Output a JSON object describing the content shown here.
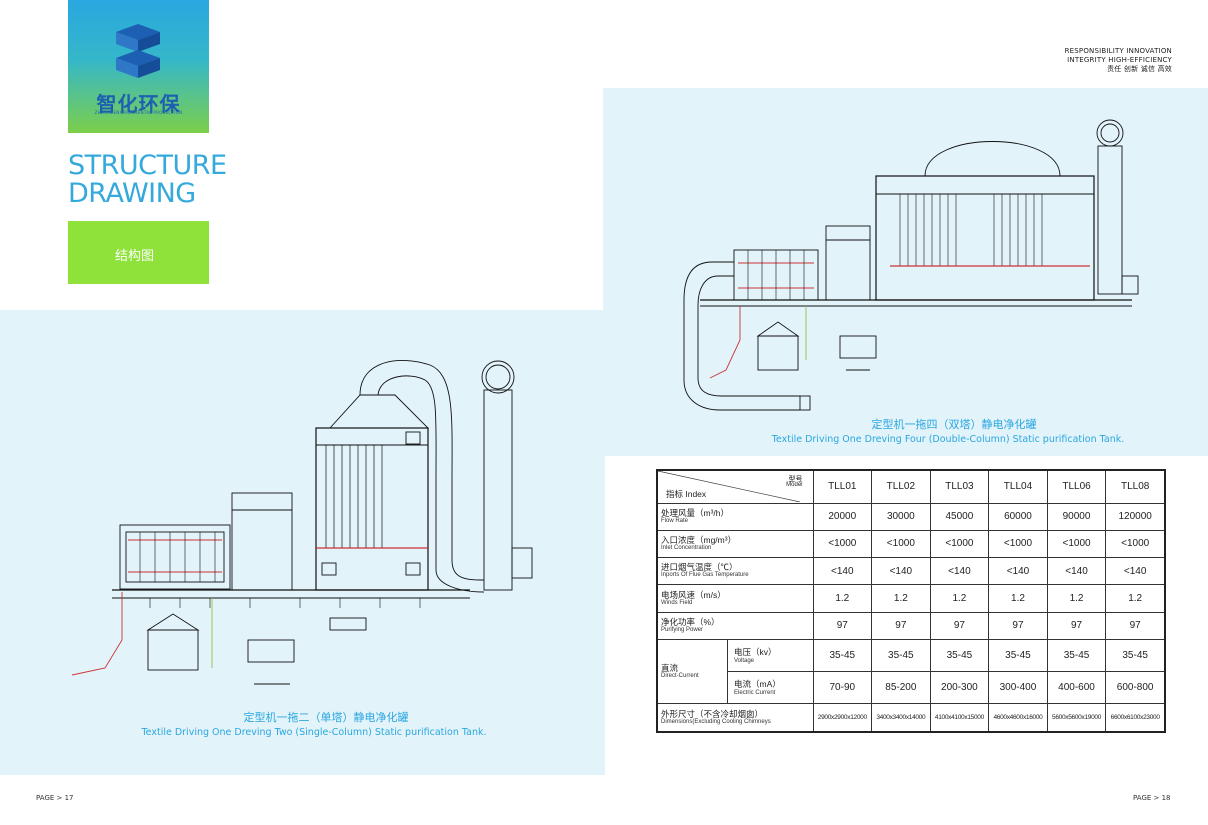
{
  "brand": {
    "name_cn": "智化环保",
    "name_en": "ZHIHUA ENVIRONMENTAL PROTECTION"
  },
  "header": {
    "title_line1": "STRUCTURE",
    "title_line2": "DRAWING",
    "section_cn": "结构图",
    "motto_en_1": "RESPONSIBILITY  INNOVATION",
    "motto_en_2": "INTEGRITY  HIGH-EFFICIENCY",
    "motto_cn": "责任  创新  诚信  高效"
  },
  "drawing_left": {
    "caption_cn": "定型机一拖二（单塔）静电净化罐",
    "caption_en": "Textile Driving One Dreving Two (Single-Column) Static purification Tank."
  },
  "drawing_right": {
    "caption_cn": "定型机一拖四（双塔）静电净化罐",
    "caption_en": "Textile Driving One Dreving Four (Double-Column) Static purification Tank."
  },
  "table": {
    "index_label": "指标 Index",
    "model_cn": "型号",
    "model_en": "Model",
    "models": [
      "TLL01",
      "TLL02",
      "TLL03",
      "TLL04",
      "TLL06",
      "TLL08"
    ],
    "rows": [
      {
        "cn": "处理风量（m³/h）",
        "en": "Flow Rate",
        "values": [
          "20000",
          "30000",
          "45000",
          "60000",
          "90000",
          "120000"
        ]
      },
      {
        "cn": "入口浓度（mg/m³）",
        "en": "Inlet Concentration",
        "values": [
          "<1000",
          "<1000",
          "<1000",
          "<1000",
          "<1000",
          "<1000"
        ]
      },
      {
        "cn": "进口烟气温度（℃）",
        "en": "Inports Of Flue Gas Temperature",
        "values": [
          "<140",
          "<140",
          "<140",
          "<140",
          "<140",
          "<140"
        ]
      },
      {
        "cn": "电场风速（m/s）",
        "en": "Winds Field",
        "values": [
          "1.2",
          "1.2",
          "1.2",
          "1.2",
          "1.2",
          "1.2"
        ]
      },
      {
        "cn": "净化功率（%）",
        "en": "Purifying Power",
        "values": [
          "97",
          "97",
          "97",
          "97",
          "97",
          "97"
        ]
      }
    ],
    "dc_cn": "直流",
    "dc_en": "Direct-Current",
    "voltage_cn": "电压（kv）",
    "voltage_en": "Voltage",
    "voltage_values": [
      "35-45",
      "35-45",
      "35-45",
      "35-45",
      "35-45",
      "35-45"
    ],
    "current_cn": "电流（mA）",
    "current_en": "Electric Current",
    "current_values": [
      "70-90",
      "85-200",
      "200-300",
      "300-400",
      "400-600",
      "600-800"
    ],
    "dim_cn": "外形尺寸（不含冷却烟囱）",
    "dim_en": "Dimensions(Excluding Cooling Chimneys",
    "dim_values": [
      "2900x2900x12000",
      "3400x3400x14000",
      "4100x4100x15000",
      "4600x4600x16000",
      "5600x5600x19000",
      "6600x6100x23000"
    ]
  },
  "pages": {
    "left": "PAGE > 17",
    "right": "PAGE > 18"
  }
}
